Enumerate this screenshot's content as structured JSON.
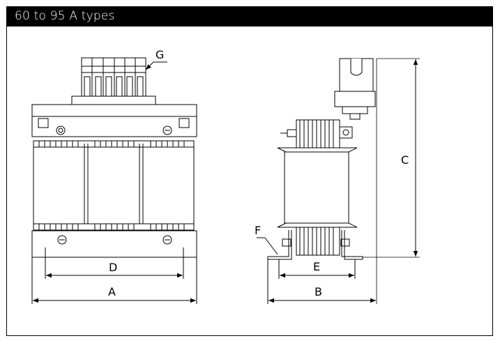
{
  "title": "60 to 95 A types",
  "labels": {
    "A": "A",
    "B": "B",
    "C": "C",
    "D": "D",
    "E": "E",
    "F": "F",
    "G": "G"
  }
}
